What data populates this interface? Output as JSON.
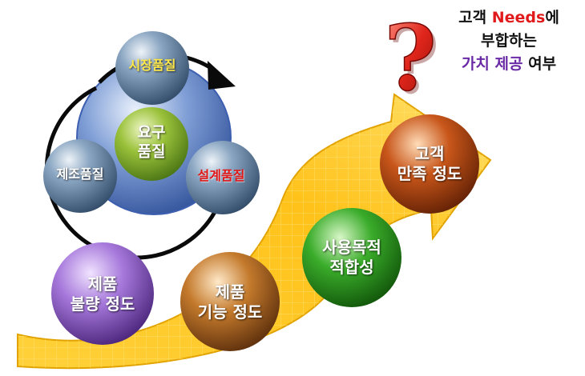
{
  "headline": {
    "line1_a": "고객 ",
    "line1_b": "Needs",
    "line1_c": "에",
    "line2": "부합하는",
    "line3_a": "가치 제공",
    "line3_b": " 여부"
  },
  "cycle": {
    "center": [
      "요구",
      "품질"
    ],
    "top": "시장품질",
    "left": "제조품질",
    "right": "설계품질"
  },
  "stages": [
    {
      "lines": [
        "제품",
        "불량 정도"
      ]
    },
    {
      "lines": [
        "제품",
        "기능 정도"
      ]
    },
    {
      "lines": [
        "사용목적",
        "적합성"
      ]
    },
    {
      "lines": [
        "고객",
        "만족 정도"
      ]
    }
  ],
  "question_mark": "?",
  "colors": {
    "headline_accent_red": "#e11b1b",
    "headline_accent_purple": "#6a2aa5",
    "market_quality_text": "#ffe84a",
    "design_quality_text": "#e01818",
    "arrow_yellow": "#ffc21a",
    "stage1": "#8a58c4",
    "stage2": "#b2651f",
    "stage3": "#2c9a23",
    "stage4": "#b44a0e"
  }
}
